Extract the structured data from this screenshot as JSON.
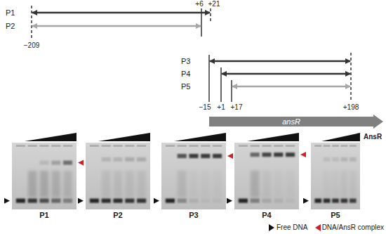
{
  "diagram": {
    "nodes": [
      {
        "text": [
          "ansR"
        ]
      },
      {
        "text": [
          "P1"
        ]
      },
      {
        "text": [
          "P2"
        ]
      },
      {
        "text": [
          "P3"
        ]
      },
      {
        "text": [
          "P4"
        ]
      },
      {
        "text": [
          "P5"
        ]
      }
    ],
    "labels": [
      "P1",
      "P2",
      "−209",
      "+6",
      "+21",
      "P3",
      "P4",
      "P5",
      "−15",
      "+1",
      "+17",
      "+198",
      "AnsR"
    ],
    "legend": [
      {
        "text": "Free DNA"
      },
      {
        "text": "DNA/AnsR complex"
      }
    ]
  }
}
